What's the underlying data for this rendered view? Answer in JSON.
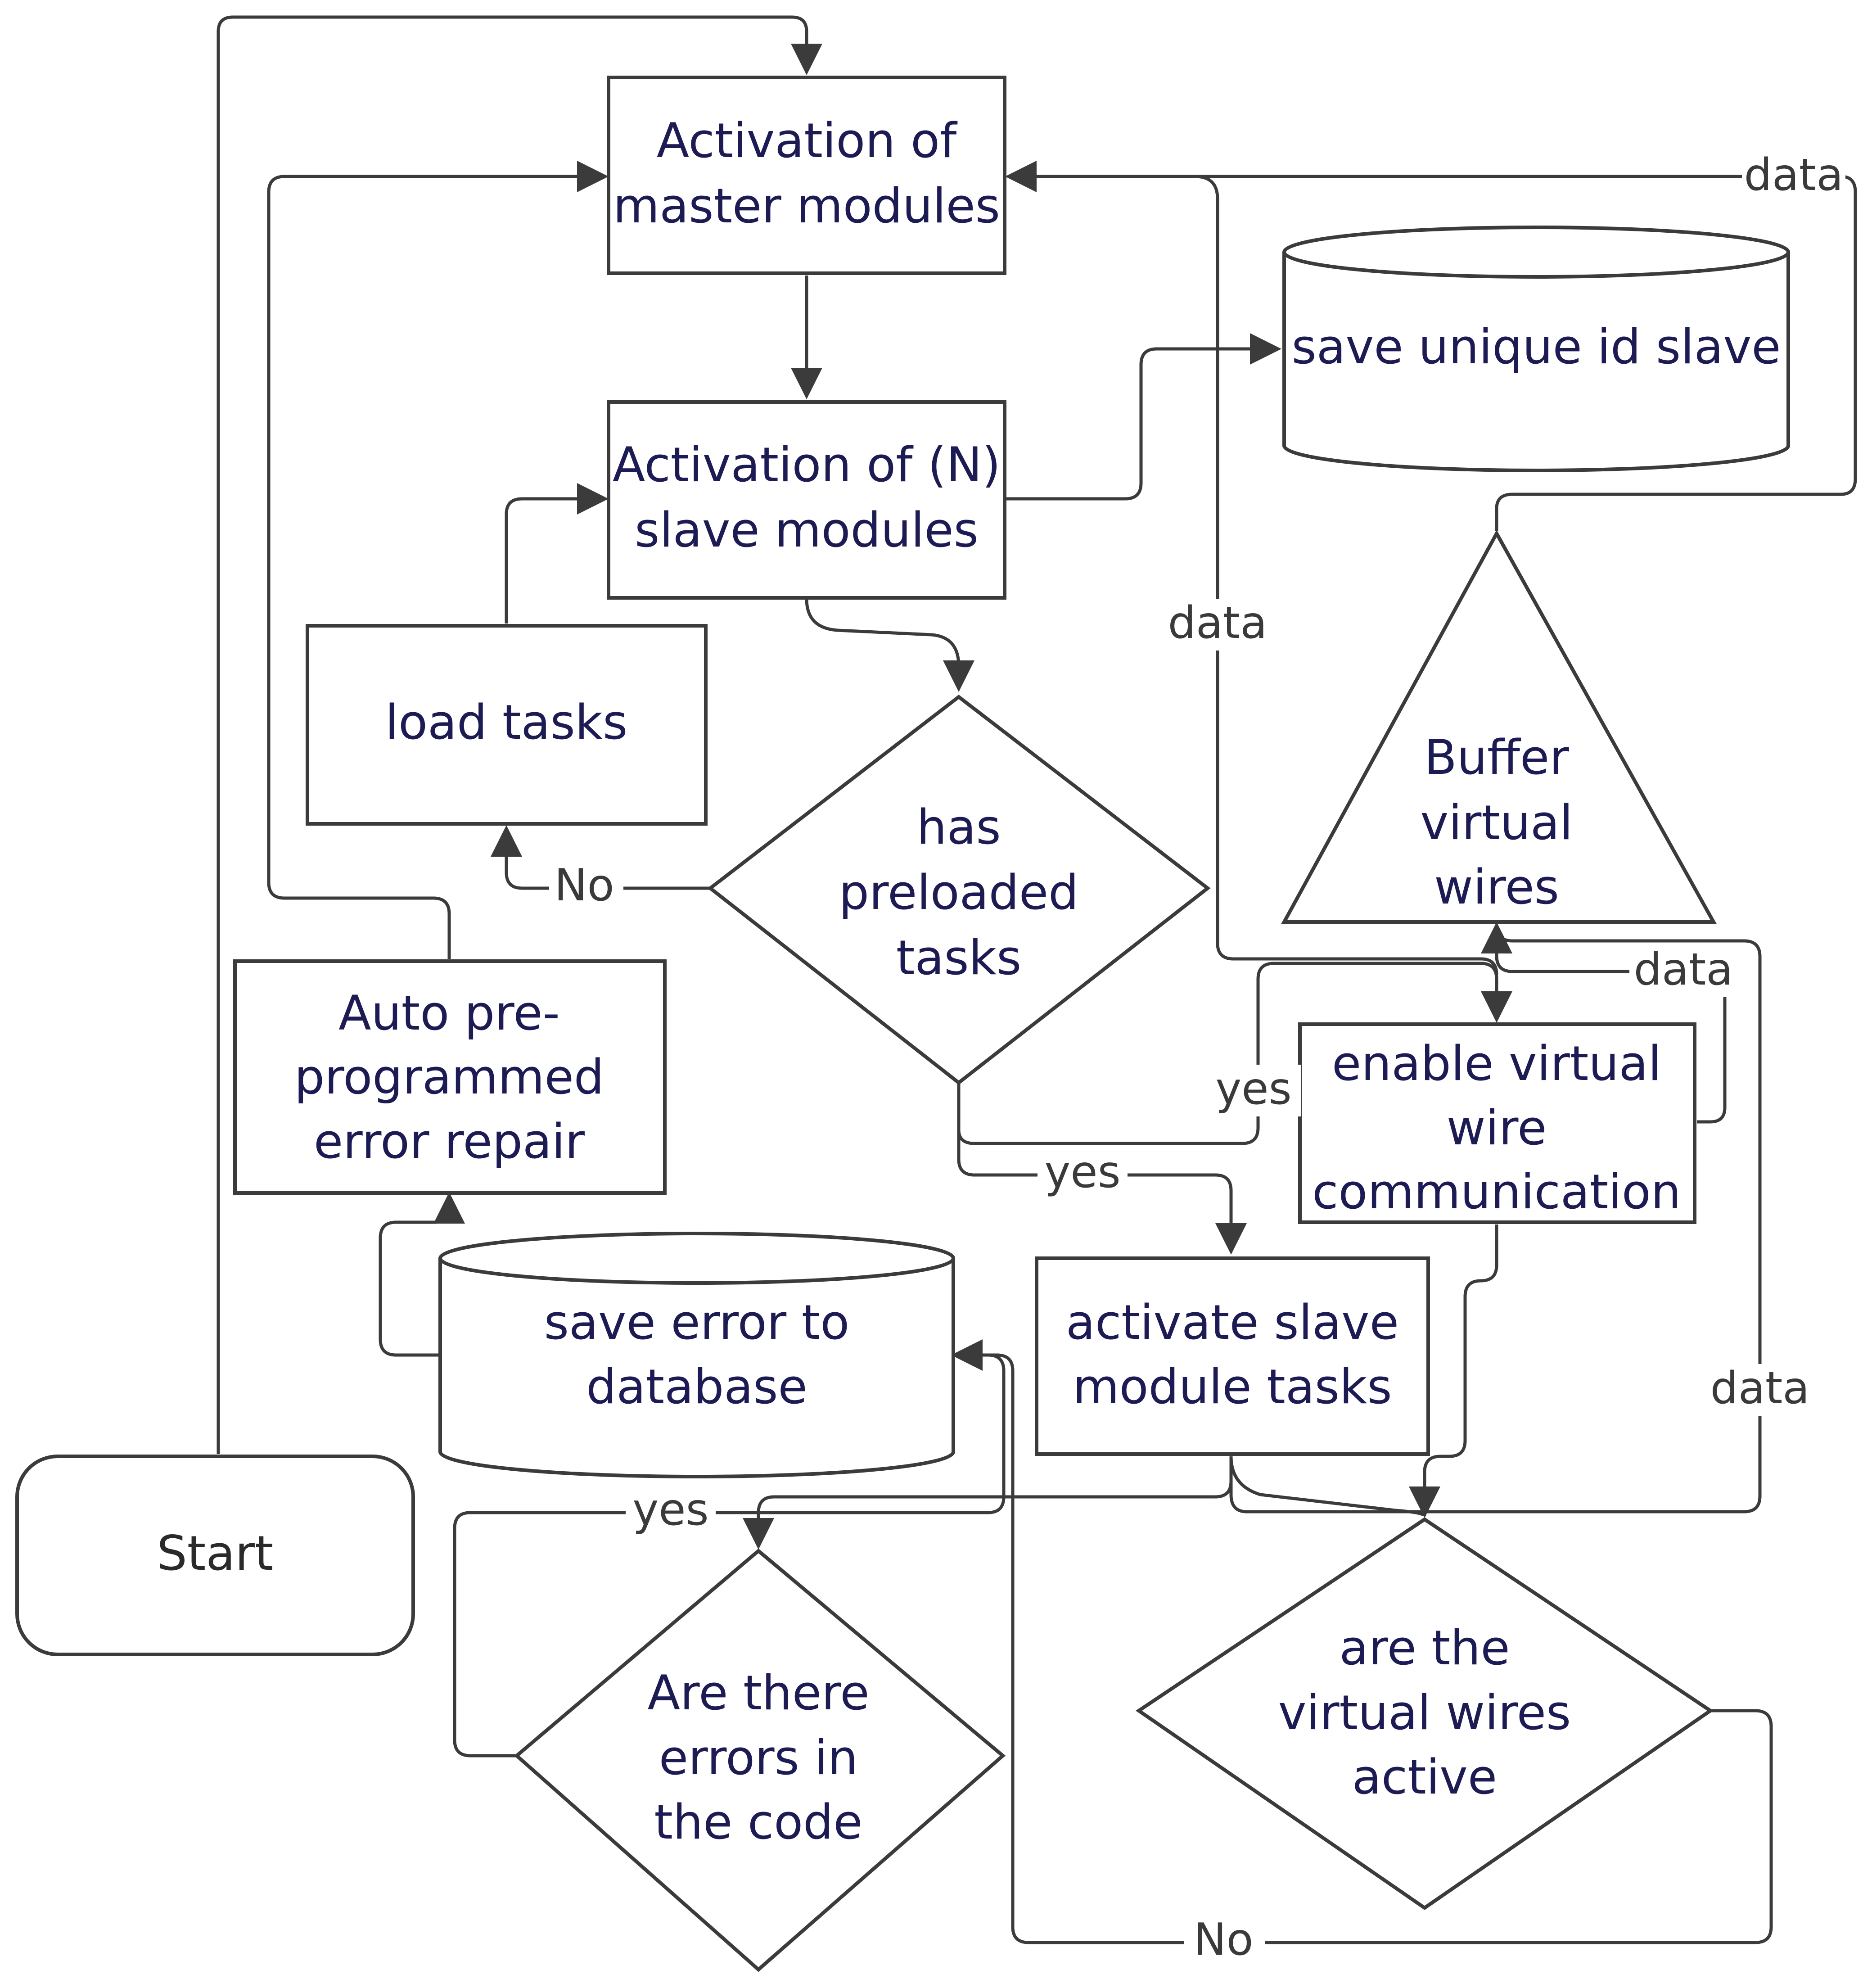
{
  "nodes": {
    "start": "Start",
    "master": [
      "Activation of",
      "master modules"
    ],
    "slave": [
      "Activation of (N)",
      "slave modules"
    ],
    "save_id": "save unique id slave",
    "load_tasks": "load tasks",
    "preloaded": [
      "has",
      "preloaded",
      "tasks"
    ],
    "buffer": [
      "Buffer",
      "virtual",
      "wires"
    ],
    "auto_repair": [
      "Auto pre-",
      "programmed",
      "error repair"
    ],
    "enable_vw": [
      "enable virtual",
      "wire",
      "communication"
    ],
    "save_error": [
      "save error to",
      "database"
    ],
    "activate_tasks": [
      "activate slave",
      "module tasks"
    ],
    "errors_q": [
      "Are there",
      "errors in",
      "the code"
    ],
    "vw_active_q": [
      "are the",
      "virtual wires",
      "active"
    ]
  },
  "edge_labels": {
    "data_top": "data",
    "data_mid": "data",
    "data_buffer": "data",
    "data_bottom": "data",
    "no_preloaded": "No",
    "yes_preloaded_enable": "yes",
    "yes_preloaded_activate": "yes",
    "yes_errors": "yes",
    "no_vw": "No"
  }
}
